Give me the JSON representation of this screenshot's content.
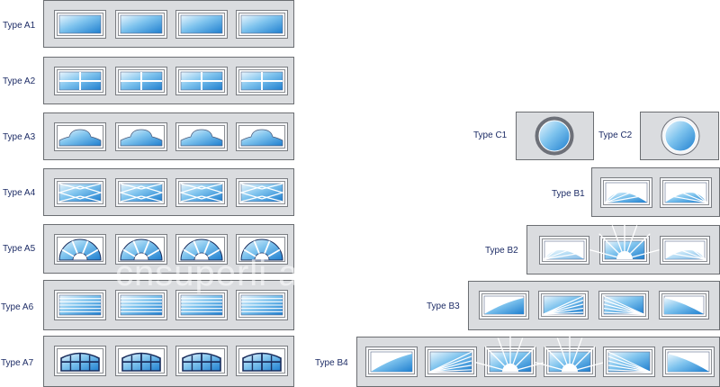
{
  "types": {
    "A1": "Type A1",
    "A2": "Type A2",
    "A3": "Type A3",
    "A4": "Type A4",
    "A5": "Type A5",
    "A6": "Type A6",
    "A7": "Type A7",
    "C1": "Type C1",
    "C2": "Type C2",
    "B1": "Type B1",
    "B2": "Type B2",
    "B3": "Type B3",
    "B4": "Type B4"
  },
  "watermark": "cnsuperli              a.com",
  "colors": {
    "glass_light": "#eaf6fd",
    "glass_mid": "#7fc4ee",
    "glass_dark": "#1f7fcf",
    "panel": "#dadcdf",
    "frame": "#f4f5f7",
    "mullion": "#1b2f5e"
  }
}
